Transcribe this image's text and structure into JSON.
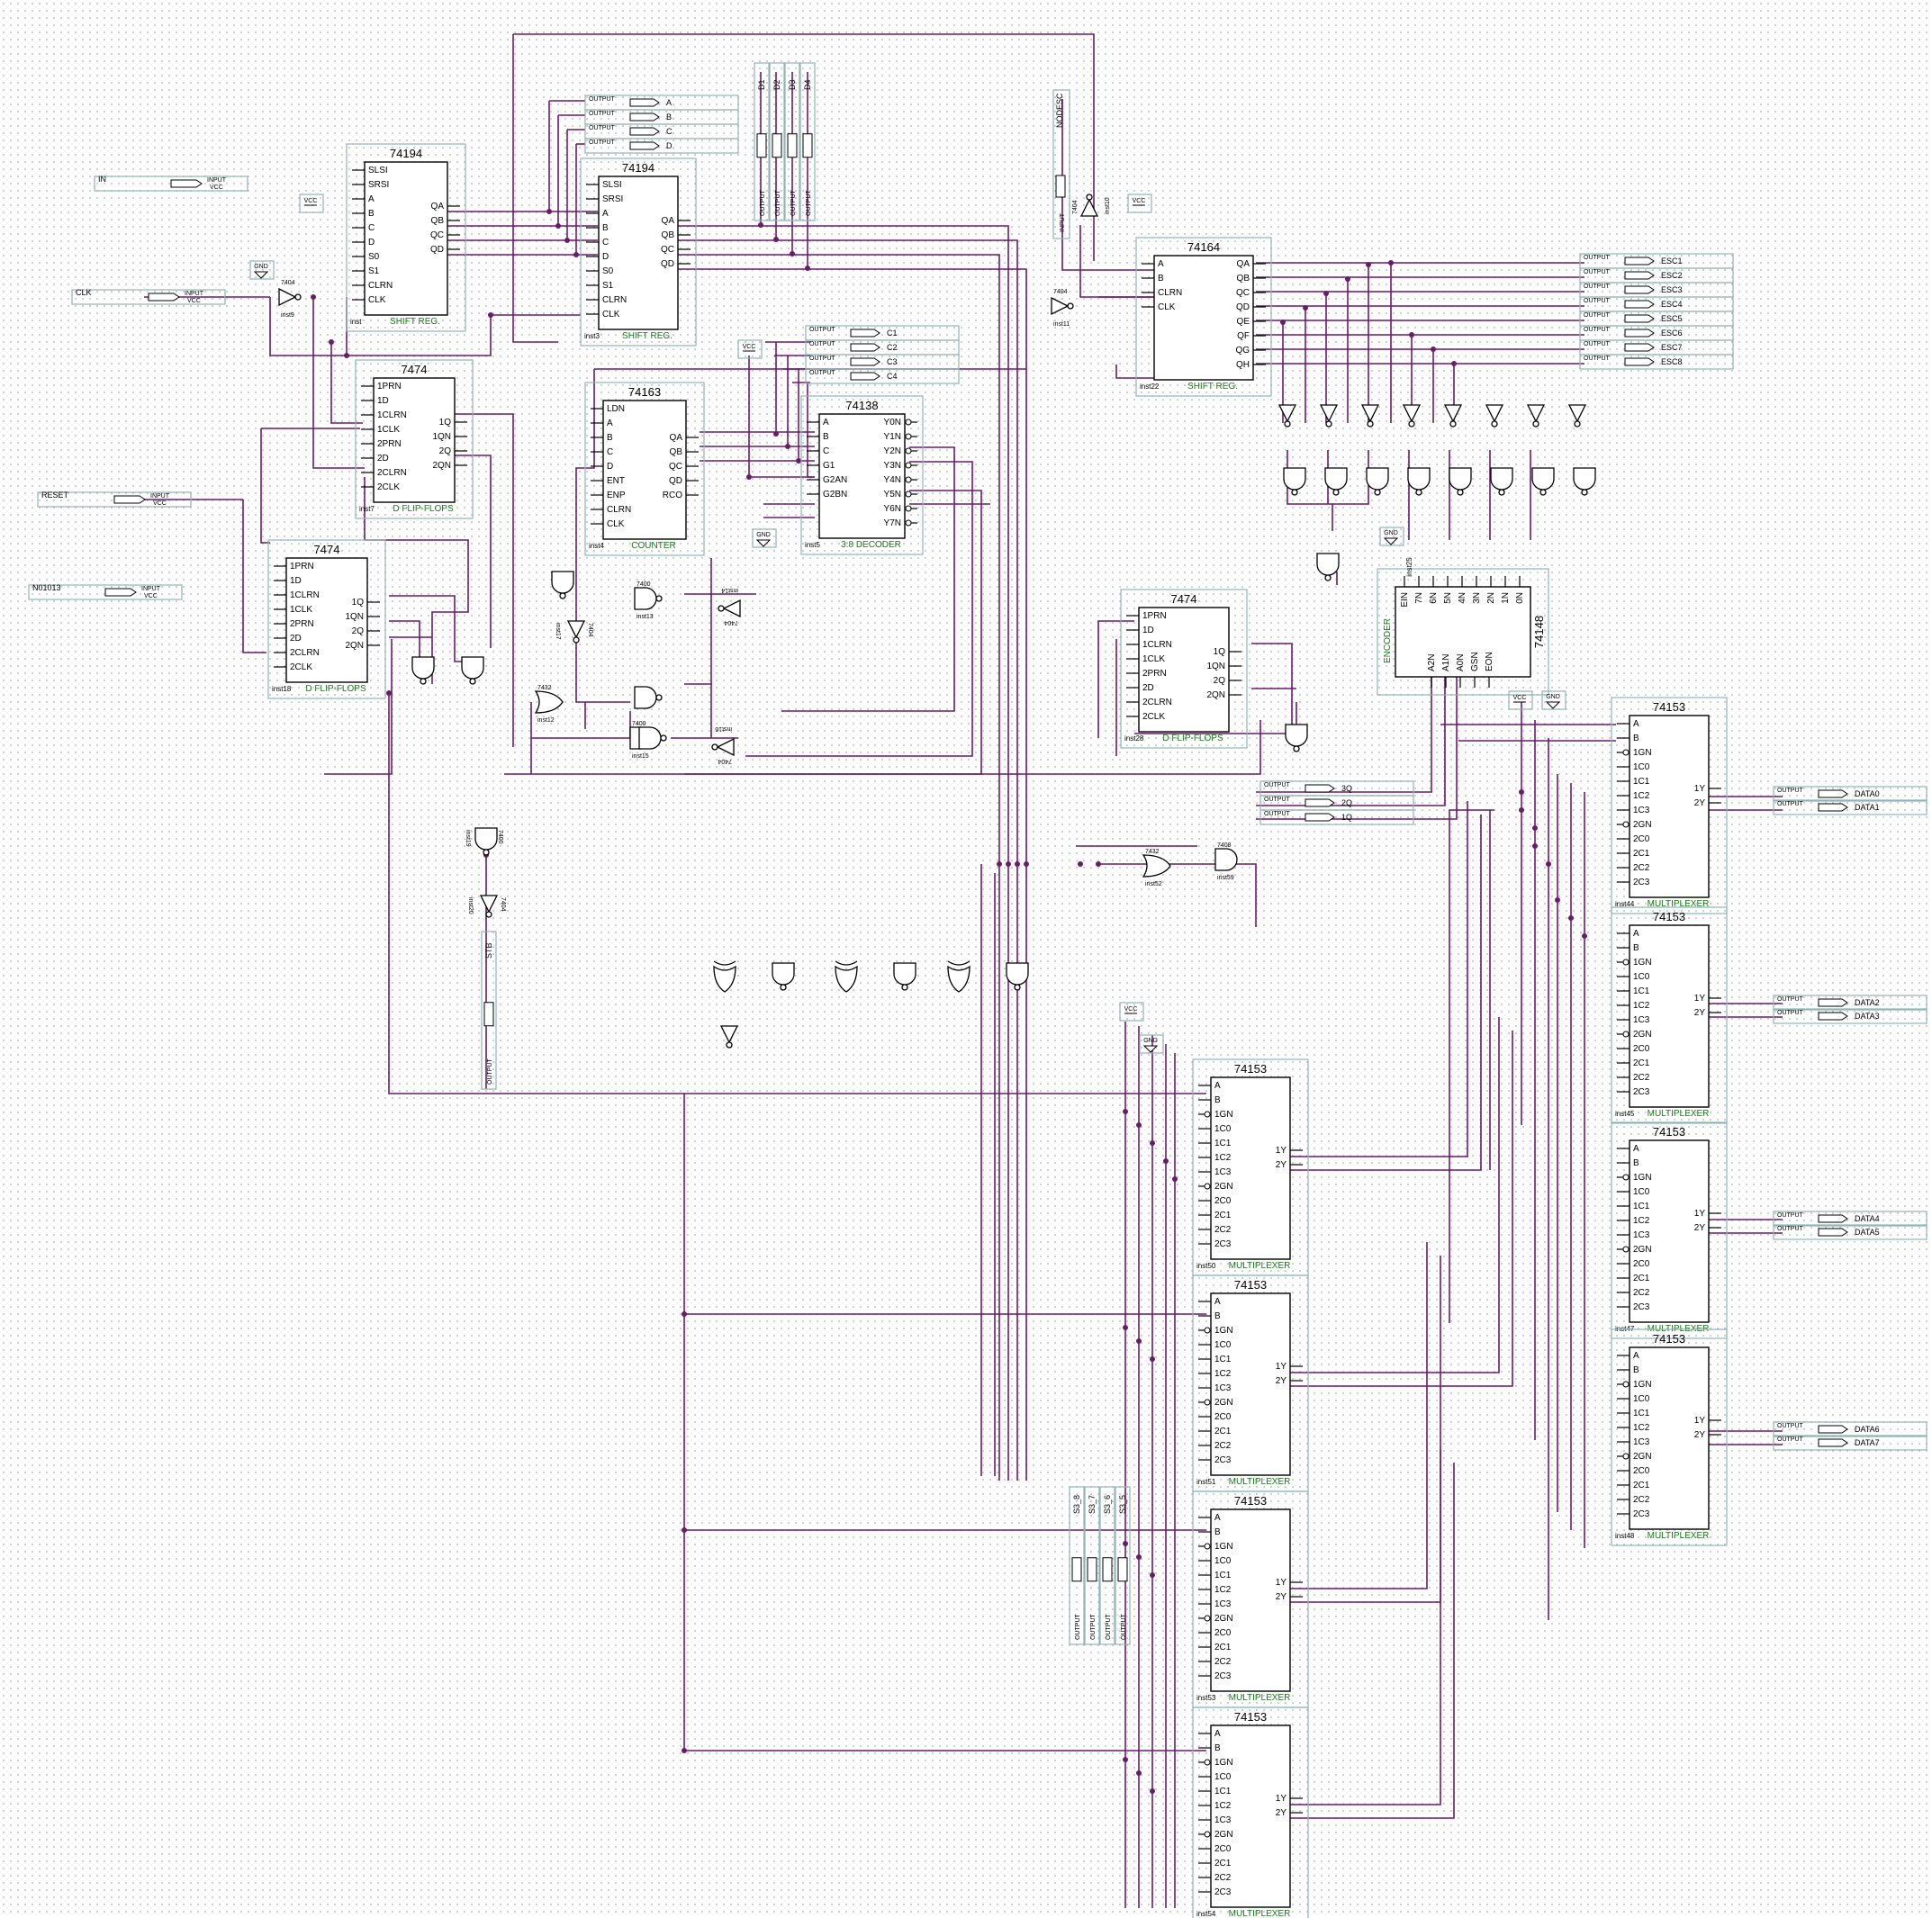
{
  "inputs": [
    {
      "id": "in",
      "name": "IN",
      "tag": "INPUT",
      "sub": "VCC"
    },
    {
      "id": "clk",
      "name": "CLK",
      "tag": "INPUT",
      "sub": "VCC"
    },
    {
      "id": "reset",
      "name": "RESET",
      "tag": "INPUT",
      "sub": "VCC"
    },
    {
      "id": "n01013",
      "name": "N01013",
      "tag": "INPUT",
      "sub": "VCC"
    },
    {
      "id": "nodesc",
      "name": "NODESC",
      "tag": "INPUT",
      "sub": "VCC"
    }
  ],
  "power": {
    "vcc": "VCC",
    "gnd": "GND"
  },
  "shift194_pins_l": [
    "SLSI",
    "SRSI",
    "A",
    "B",
    "C",
    "D",
    "S0",
    "S1",
    "CLRN",
    "CLK"
  ],
  "shift194_pins_r": [
    "QA",
    "QB",
    "QC",
    "QD"
  ],
  "ff7474_pins_l": [
    "1PRN",
    "1D",
    "1CLRN",
    "1CLK",
    "2PRN",
    "2D",
    "2CLRN",
    "2CLK"
  ],
  "ff7474_pins_r": [
    "1Q",
    "1QN",
    "2Q",
    "2QN"
  ],
  "counter_pins_l": [
    "LDN",
    "A",
    "B",
    "C",
    "D",
    "ENT",
    "ENP",
    "CLRN",
    "CLK"
  ],
  "counter_pins_r": [
    "QA",
    "QB",
    "QC",
    "QD",
    "RCO"
  ],
  "dec_pins_l": [
    "A",
    "B",
    "C",
    "G1",
    "G2AN",
    "G2BN"
  ],
  "dec_pins_r": [
    "Y0N",
    "Y1N",
    "Y2N",
    "Y3N",
    "Y4N",
    "Y5N",
    "Y6N",
    "Y7N"
  ],
  "sr164_pins_l": [
    "A",
    "B",
    "CLRN",
    "CLK"
  ],
  "sr164_pins_r": [
    "QA",
    "QB",
    "QC",
    "QD",
    "QE",
    "QF",
    "QG",
    "QH"
  ],
  "enc_pins_top": [
    "EIN",
    "7N",
    "6N",
    "5N",
    "4N",
    "3N",
    "2N",
    "1N",
    "0N"
  ],
  "enc_pins_bot": [
    "A2N",
    "A1N",
    "A0N",
    "GSN",
    "EON"
  ],
  "mux_pins_l": [
    "A",
    "B",
    "1GN",
    "1C0",
    "1C1",
    "1C2",
    "1C3",
    "2GN",
    "2C0",
    "2C1",
    "2C2",
    "2C3"
  ],
  "mux_pins_r": [
    "1Y",
    "2Y"
  ],
  "chips": [
    {
      "id": "u1",
      "part": "74194",
      "inst": "inst",
      "caption": "SHIFT REG."
    },
    {
      "id": "u3",
      "part": "74194",
      "inst": "inst3",
      "caption": "SHIFT REG."
    },
    {
      "id": "u7",
      "part": "7474",
      "inst": "inst7",
      "caption": "D FLIP-FLOPS"
    },
    {
      "id": "u18",
      "part": "7474",
      "inst": "inst18",
      "caption": "D FLIP-FLOPS"
    },
    {
      "id": "u4",
      "part": "74163",
      "inst": "inst4",
      "caption": "COUNTER"
    },
    {
      "id": "u5",
      "part": "74138",
      "inst": "inst5",
      "caption": "3:8 DECODER"
    },
    {
      "id": "u22",
      "part": "74164",
      "inst": "inst22",
      "caption": "SHIFT REG."
    },
    {
      "id": "u28",
      "part": "7474",
      "inst": "inst28",
      "caption": "D FLIP-FLOPS"
    },
    {
      "id": "u25",
      "part": "74148",
      "inst": "inst25",
      "caption": "ENCODER"
    },
    {
      "id": "m44",
      "part": "74153",
      "inst": "inst44",
      "caption": "MULTIPLEXER"
    },
    {
      "id": "m45",
      "part": "74153",
      "inst": "inst45",
      "caption": "MULTIPLEXER"
    },
    {
      "id": "m47",
      "part": "74153",
      "inst": "inst47",
      "caption": "MULTIPLEXER"
    },
    {
      "id": "m48",
      "part": "74153",
      "inst": "inst48",
      "caption": "MULTIPLEXER"
    },
    {
      "id": "m50",
      "part": "74153",
      "inst": "inst50",
      "caption": "MULTIPLEXER"
    },
    {
      "id": "m51",
      "part": "74153",
      "inst": "inst51",
      "caption": "MULTIPLEXER"
    },
    {
      "id": "m53",
      "part": "74153",
      "inst": "inst53",
      "caption": "MULTIPLEXER"
    },
    {
      "id": "m54",
      "part": "74153",
      "inst": "inst54",
      "caption": "MULTIPLEXER"
    }
  ],
  "outputs_abcd": [
    "A",
    "B",
    "C",
    "D"
  ],
  "outputs_d": [
    "D1",
    "D2",
    "D3",
    "D4"
  ],
  "outputs_c": [
    "C1",
    "C2",
    "C3",
    "C4"
  ],
  "outputs_esc": [
    "ESC1",
    "ESC2",
    "ESC3",
    "ESC4",
    "ESC5",
    "ESC6",
    "ESC7",
    "ESC8"
  ],
  "outputs_q": [
    "3Q",
    "2Q",
    "1Q"
  ],
  "outputs_data": [
    "DATA0",
    "DATA1",
    "DATA2",
    "DATA3",
    "DATA4",
    "DATA5",
    "DATA6",
    "DATA7"
  ],
  "outputs_s3": [
    "S3_8",
    "S3_7",
    "S3_6",
    "S3_5"
  ],
  "output_stb": "STB",
  "output_tag": "OUTPUT",
  "gates": [
    {
      "id": "g9",
      "name": "inst9",
      "part": "7404"
    },
    {
      "id": "g11",
      "name": "inst11",
      "part": "7404"
    },
    {
      "id": "g10",
      "name": "inst10",
      "part": "7404"
    },
    {
      "id": "g13",
      "name": "inst13",
      "part": "7400"
    },
    {
      "id": "g14",
      "name": "inst14",
      "part": "7404"
    },
    {
      "id": "g12",
      "name": "inst12",
      "part": "7432"
    },
    {
      "id": "g15",
      "name": "inst15",
      "part": "7400"
    },
    {
      "id": "g16",
      "name": "inst16",
      "part": "7404"
    },
    {
      "id": "g17",
      "name": "inst17",
      "part": "7404"
    },
    {
      "id": "g19",
      "name": "inst19",
      "part": "7400"
    },
    {
      "id": "g20",
      "name": "inst20",
      "part": "7404"
    },
    {
      "id": "g52",
      "name": "inst52",
      "part": "7432"
    },
    {
      "id": "g59",
      "name": "inst59",
      "part": "7408"
    }
  ]
}
